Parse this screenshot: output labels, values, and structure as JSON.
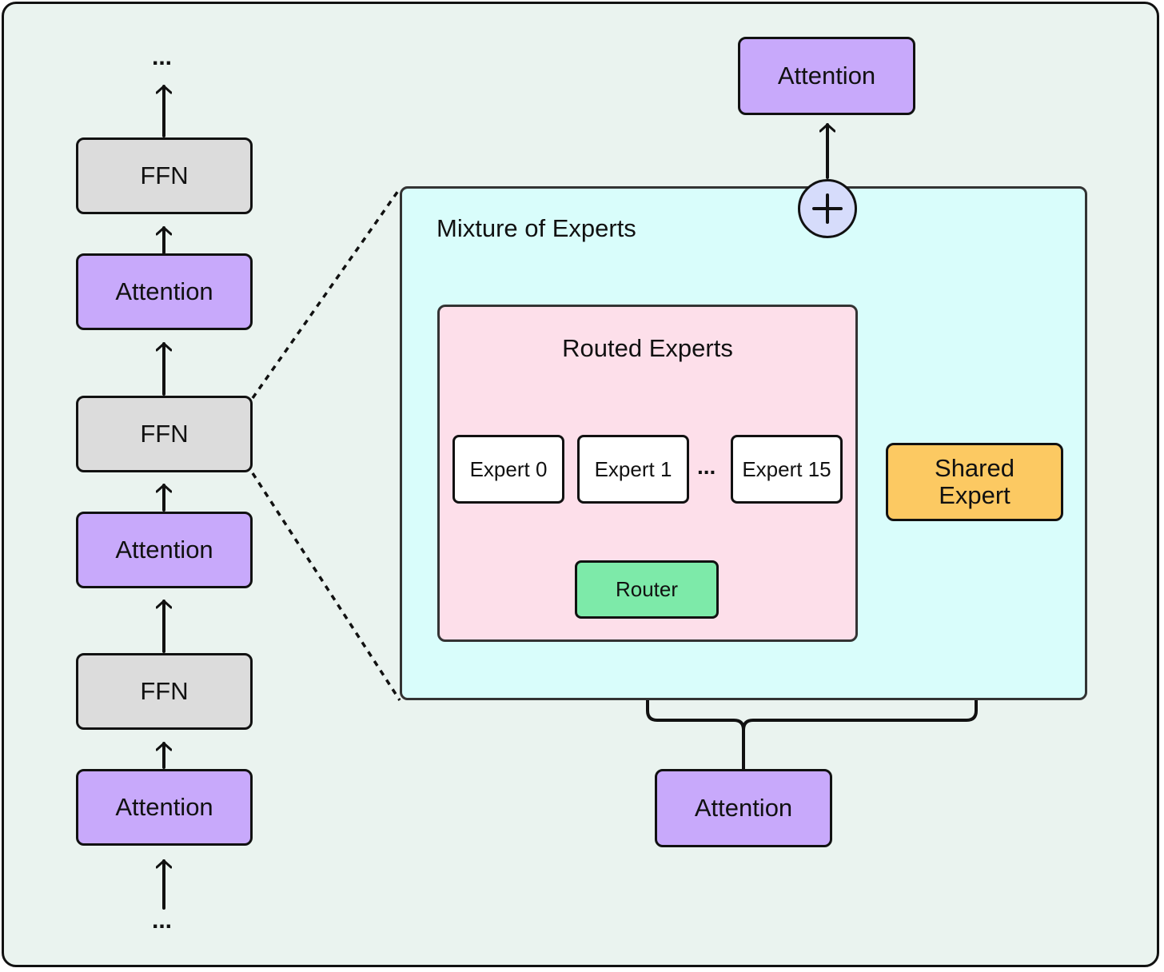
{
  "stack": {
    "top_ellipsis": "...",
    "bottom_ellipsis": "...",
    "layers": [
      "FFN",
      "Attention",
      "FFN",
      "Attention",
      "FFN",
      "Attention"
    ]
  },
  "moe": {
    "title": "Mixture of Experts",
    "attention_out": "Attention",
    "attention_in": "Attention",
    "sum_symbol": "+",
    "routed": {
      "title": "Routed Experts",
      "experts": [
        "Expert 0",
        "Expert 1",
        "Expert 15"
      ],
      "ellipsis": "...",
      "router": "Router"
    },
    "shared_expert": "Shared Expert"
  },
  "colors": {
    "attention": "#c8a9fb",
    "ffn": "#dcdcdc",
    "moe_panel": "#d9fdfb",
    "routed_panel": "#fddfea",
    "router": "#7deaa9",
    "shared_expert": "#fcc962",
    "sum_node": "#d6dcfb"
  }
}
